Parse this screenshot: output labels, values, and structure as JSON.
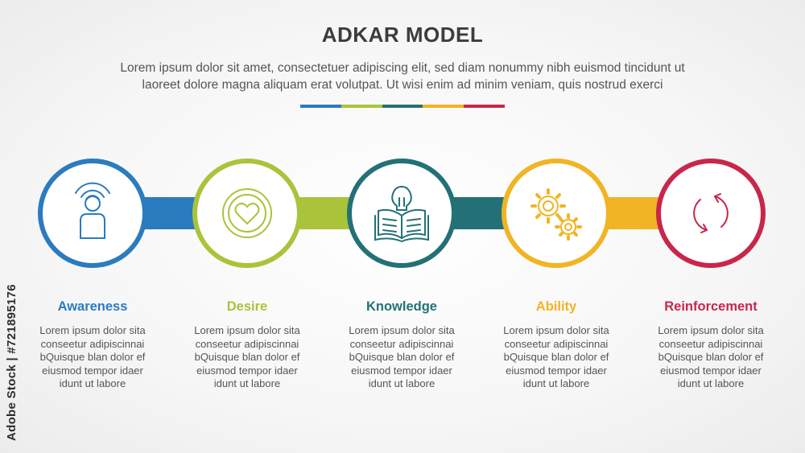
{
  "title": "ADKAR MODEL",
  "subtitle_line1": "Lorem ipsum dolor sit amet, consectetuer adipiscing elit, sed diam nonummy nibh euismod tincidunt ut",
  "subtitle_line2": "laoreet dolore magna aliquam erat volutpat. Ut wisi enim ad minim veniam, quis nostrud exerci",
  "colors": {
    "blue": "#2b7bbf",
    "green": "#a9c43b",
    "teal": "#237177",
    "yellow": "#f1b424",
    "red": "#c8264a"
  },
  "steps": [
    {
      "label": "Awareness",
      "icon": "person-signal-icon",
      "color": "#2b7bbf",
      "desc": [
        "Lorem ipsum dolor sita",
        "conseetur adipiscinnai",
        "bQuisque blan dolor ef",
        "eiusmod tempor idaer",
        "idunt ut labore"
      ]
    },
    {
      "label": "Desire",
      "icon": "heart-badge-icon",
      "color": "#a9c43b",
      "desc": [
        "Lorem ipsum dolor sita",
        "conseetur adipiscinnai",
        "bQuisque blan dolor ef",
        "eiusmod tempor idaer",
        "idunt ut labore"
      ]
    },
    {
      "label": "Knowledge",
      "icon": "book-lightbulb-icon",
      "color": "#237177",
      "desc": [
        "Lorem ipsum dolor sita",
        "conseetur adipiscinnai",
        "bQuisque blan dolor ef",
        "eiusmod tempor idaer",
        "idunt ut labore"
      ]
    },
    {
      "label": "Ability",
      "icon": "gears-icon",
      "color": "#f1b424",
      "desc": [
        "Lorem ipsum dolor sita",
        "conseetur adipiscinnai",
        "bQuisque blan dolor ef",
        "eiusmod tempor idaer",
        "idunt ut labore"
      ]
    },
    {
      "label": "Reinforcement",
      "icon": "refresh-cycle-icon",
      "color": "#c8264a",
      "desc": [
        "Lorem ipsum dolor sita",
        "conseetur adipiscinnai",
        "bQuisque blan dolor ef",
        "eiusmod tempor idaer",
        "idunt ut labore"
      ]
    }
  ],
  "watermark": "Adobe Stock | #721895176"
}
